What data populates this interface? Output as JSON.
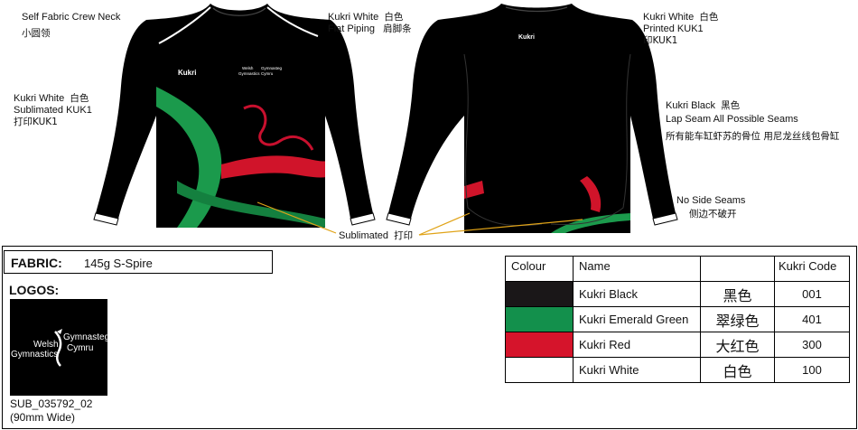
{
  "annotations": {
    "crew_neck": {
      "line1": "Self Fabric Crew Neck",
      "line2": "小圆领"
    },
    "flat_piping": {
      "line1": "Kukri White",
      "line1_cn": "白色",
      "line2": "Flat Piping",
      "line2_cn": "肩脚条"
    },
    "printed": {
      "line1": "Kukri White",
      "line1_cn": "白色",
      "line2": "Printed KUK1",
      "line3": "印KUK1"
    },
    "sublimated_logo": {
      "line1": "Kukri White",
      "line1_cn": "白色",
      "line2": "Sublimated KUK1",
      "line3": "打印KUK1"
    },
    "lap_seam": {
      "line1": "Kukri Black",
      "line1_cn": "黑色",
      "line2": "Lap Seam All Possible Seams",
      "line3": "所有能车缸虾苏的骨位 用尼龙丝线包骨缸"
    },
    "side_seams": {
      "line1": "No Side Seams",
      "line2": "侧边不破开"
    },
    "sublimated": {
      "label": "Sublimated",
      "cn": "打印"
    }
  },
  "garment_logos": {
    "brand": "Kukri",
    "club_l1": "Welsh",
    "club_l2": "Gymnastics",
    "club_r1": "Gymnasteg",
    "club_r2": "Cymru"
  },
  "fabric": {
    "label": "FABRIC:",
    "value": "145g S-Spire"
  },
  "logos": {
    "title": "LOGOS:",
    "left1": "Welsh",
    "left2": "Gymnastics",
    "right1": "Gymnasteg",
    "right2": "Cymru",
    "code": "SUB_035792_02",
    "size": "(90mm Wide)"
  },
  "colour_table": {
    "headers": [
      "Colour",
      "Name",
      "",
      "Kukri Code"
    ],
    "rows": [
      {
        "swatch": "#1a1718",
        "name": "Kukri Black",
        "cn": "黑色",
        "code": "001"
      },
      {
        "swatch": "#13904c",
        "name": "Kukri Emerald Green",
        "cn": "翠绿色",
        "code": "401"
      },
      {
        "swatch": "#d5142b",
        "name": "Kukri Red",
        "cn": "大红色",
        "code": "300"
      },
      {
        "swatch": "#ffffff",
        "name": "Kukri White",
        "cn": "白色",
        "code": "100"
      }
    ]
  }
}
